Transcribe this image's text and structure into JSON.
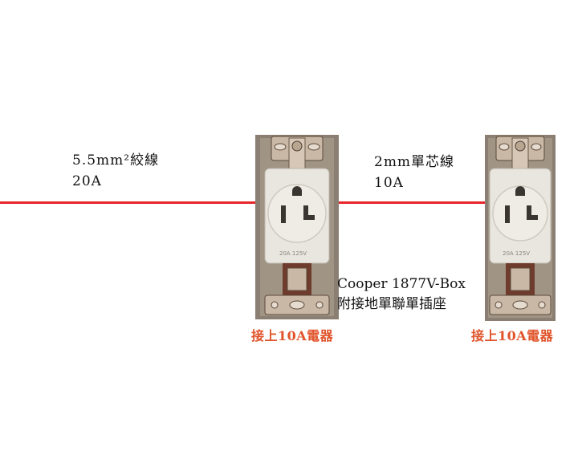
{
  "wire_segment_1": {
    "spec_line1": "5.5mm²絞線",
    "spec_line2": "20A"
  },
  "wire_segment_2": {
    "spec_line1": "2mm單芯線",
    "spec_line2": "10A"
  },
  "outlet_1": {
    "load_label": "接上10A電器",
    "model_line1": "Cooper 1877V-Box",
    "model_line2": "附接地單聯單插座"
  },
  "outlet_2": {
    "load_label": "接上10A電器"
  },
  "colors": {
    "wire": "#e8262a",
    "load_label": "#e0532a",
    "outlet_body": "#e9e6df",
    "outlet_background": "#8a7f72",
    "mounting_strap": "#c9b8a6"
  }
}
